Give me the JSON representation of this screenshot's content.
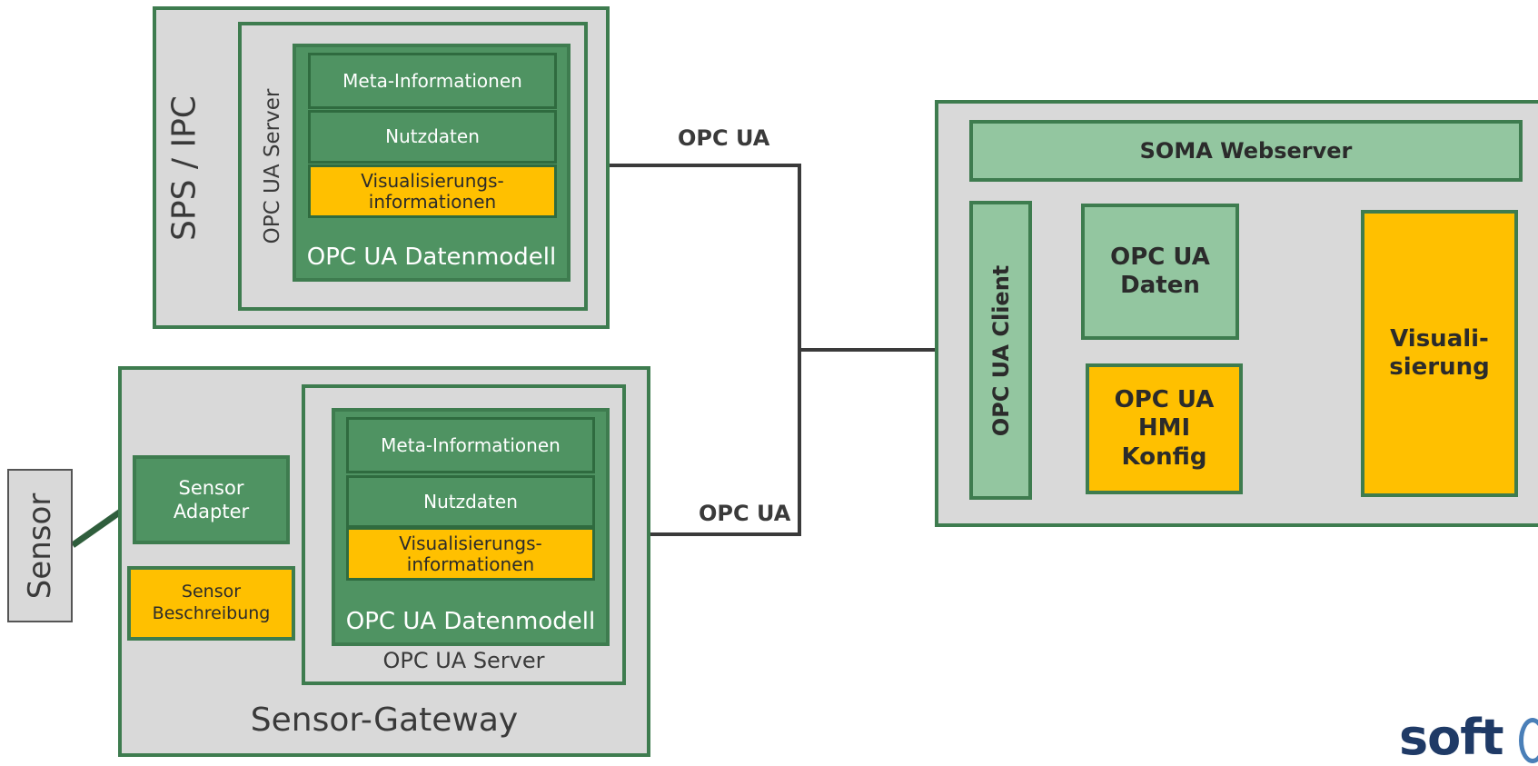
{
  "sps": {
    "title": "SPS / IPC",
    "server_label": "OPC UA Server",
    "model": {
      "meta": "Meta-Informationen",
      "nutz": "Nutzdaten",
      "vis_line1": "Visualisierungs-",
      "vis_line2": "informationen",
      "label": "OPC UA Datenmodell"
    }
  },
  "gateway": {
    "title": "Sensor-Gateway",
    "server_label": "OPC UA Server",
    "adapter_line1": "Sensor",
    "adapter_line2": "Adapter",
    "desc_line1": "Sensor",
    "desc_line2": "Beschreibung",
    "model": {
      "meta": "Meta-Informationen",
      "nutz": "Nutzdaten",
      "vis_line1": "Visualisierungs-",
      "vis_line2": "informationen",
      "label": "OPC UA Datenmodell"
    }
  },
  "sensor": {
    "label": "Sensor"
  },
  "connections": {
    "top_label": "OPC UA",
    "bottom_label": "OPC UA"
  },
  "soma": {
    "webserver": "SOMA Webserver",
    "client": "OPC UA Client",
    "daten_line1": "OPC UA",
    "daten_line2": "Daten",
    "hmi_line1": "OPC UA",
    "hmi_line2": "HMI",
    "hmi_line3": "Konfig",
    "vis_line1": "Visuali-",
    "vis_line2": "sierung"
  },
  "logo": {
    "text": "soft"
  },
  "colors": {
    "dark_green": "#3e7c4f",
    "mid_green": "#4f9362",
    "light_green": "#93c6a0",
    "yellow": "#ffc000",
    "grey": "#d9d9d9",
    "line": "#3a3a3a",
    "logo_blue": "#1f3a66"
  }
}
